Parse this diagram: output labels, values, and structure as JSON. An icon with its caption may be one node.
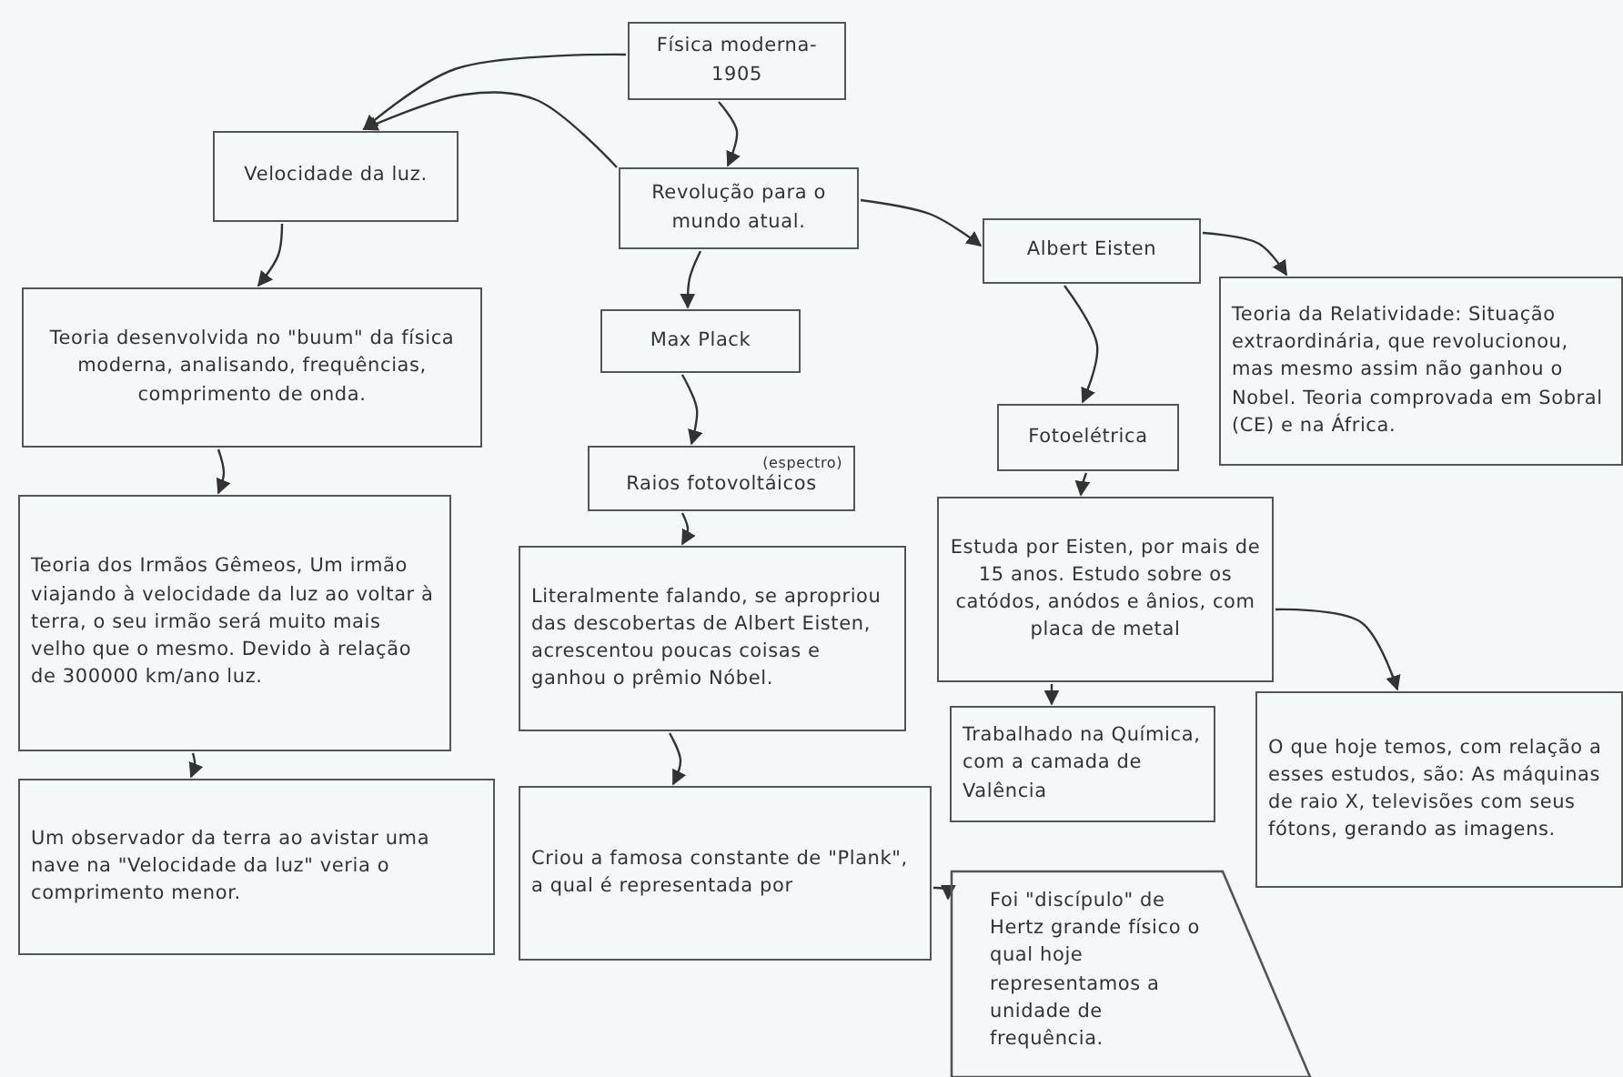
{
  "diagram": {
    "nodes": [
      {
        "text": [
          "Física moderna-1905"
        ]
      },
      {
        "text": [
          "Velocidade da luz."
        ]
      },
      {
        "text": [
          "Revolução para o mundo atual."
        ]
      },
      {
        "text": [
          "Albert Eisten"
        ]
      },
      {
        "text": [
          "Teoria da Relatividade: Situação extraordinária, que revolucionou, mas mesmo assim não ganhou o Nobel. Teoria comprovada em Sobral (CE) e na África."
        ]
      },
      {
        "text": [
          "Max Plack"
        ]
      },
      {
        "text": [
          "Teoria desenvolvida no \"buum\" da física moderna, analisando, frequências, comprimento de onda."
        ]
      },
      {
        "text": [
          "(espectro)",
          "Raios fotovoltáicos"
        ]
      },
      {
        "text": [
          "Fotoelétrica"
        ]
      },
      {
        "text": [
          "Teoria dos Irmãos Gêmeos, Um irmão viajando à velocidade da luz ao voltar à terra, o seu irmão será muito mais velho que o mesmo. Devido à relação de 300000 km/ano luz."
        ]
      },
      {
        "text": [
          "Literalmente falando, se apropriou das descobertas de Albert Eisten, acrescentou poucas coisas e ganhou o prêmio Nóbel."
        ]
      },
      {
        "text": [
          "Estuda por Eisten, por mais de 15 anos. Estudo sobre os catódos, anódos e ânios, com placa de metal"
        ]
      },
      {
        "text": [
          "Trabalhado na Química, com a camada de Valência"
        ]
      },
      {
        "text": [
          "O que hoje temos, com relação a esses estudos, são: As máquinas de raio X, televisões com seus fótons, gerando as imagens."
        ]
      },
      {
        "text": [
          "Um observador da terra ao avistar uma nave na \"Velocidade da luz\" veria o comprimento menor."
        ]
      },
      {
        "text": [
          "Criou a famosa constante de \"Plank\", a qual é representada por"
        ]
      },
      {
        "text": [
          "Foi \"discípulo\" de Hertz grande físico o qual hoje representamos a unidade de frequência."
        ]
      }
    ],
    "edges": [
      {
        "from": 0,
        "to": 1,
        "arrow": "to"
      },
      {
        "from": 2,
        "to": 1,
        "arrow": "to"
      },
      {
        "from": 0,
        "to": 2,
        "arrow": "to"
      },
      {
        "from": 2,
        "to": 3,
        "arrow": "to"
      },
      {
        "from": 3,
        "to": 4,
        "arrow": "to"
      },
      {
        "from": 3,
        "to": 8,
        "arrow": "to"
      },
      {
        "from": 1,
        "to": 6,
        "arrow": "to"
      },
      {
        "from": 6,
        "to": 9,
        "arrow": "to"
      },
      {
        "from": 9,
        "to": 14,
        "arrow": "to"
      },
      {
        "from": 2,
        "to": 5,
        "arrow": "to"
      },
      {
        "from": 5,
        "to": 7,
        "arrow": "to"
      },
      {
        "from": 7,
        "to": 10,
        "arrow": "to"
      },
      {
        "from": 10,
        "to": 15,
        "arrow": "to"
      },
      {
        "from": 8,
        "to": 11,
        "arrow": "to"
      },
      {
        "from": 11,
        "to": 12,
        "arrow": "to"
      },
      {
        "from": 11,
        "to": 13,
        "arrow": "to"
      },
      {
        "from": 15,
        "to": 16,
        "arrow": "to"
      }
    ]
  }
}
